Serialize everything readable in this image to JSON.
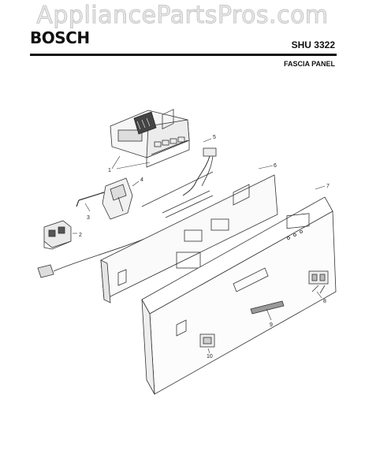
{
  "watermark": "AppliancePartsPros.com",
  "header": {
    "brand": "BOSCH",
    "model": "SHU 3322",
    "section": "FASCIA PANEL"
  },
  "callouts": [
    "1",
    "2",
    "3",
    "4",
    "5",
    "6",
    "7",
    "8",
    "9",
    "10"
  ]
}
